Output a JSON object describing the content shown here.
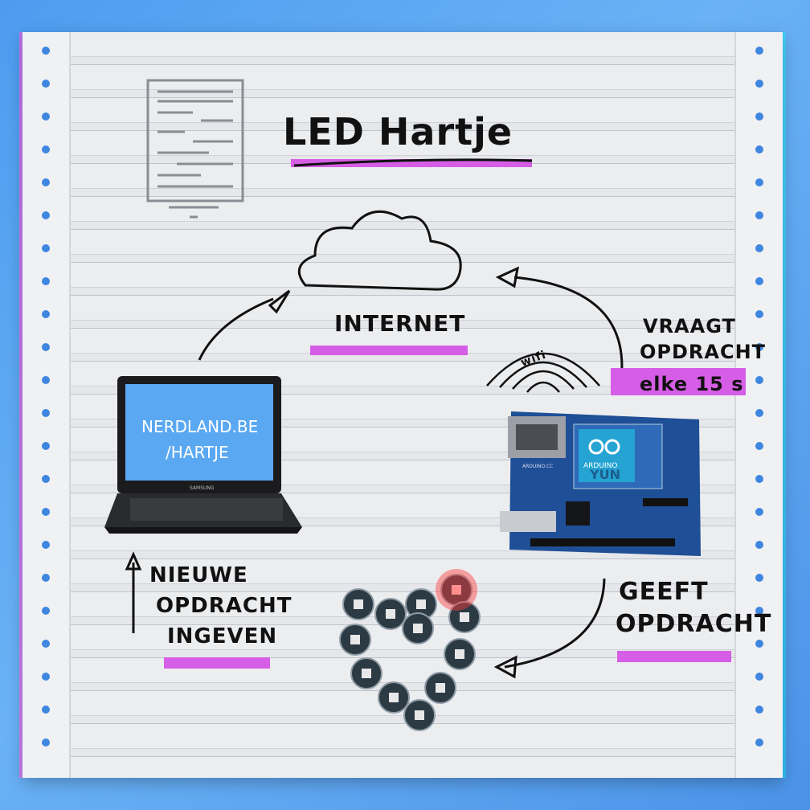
{
  "title": "LED Hartje",
  "cloud_label": "INTERNET",
  "laptop": {
    "screen_line1": "NERDLAND.BE",
    "screen_line2": "/HARTJE",
    "brand": "SAMSUNG"
  },
  "board": {
    "logo_text_1": "ARDUINO",
    "logo_text_2": "YUN",
    "small_label": "ARDUINO.CC"
  },
  "wifi_label": "wifi",
  "notes": {
    "request_line1": "VRAAGT",
    "request_line2": "OPDRACHT",
    "request_line3": "elke 15 s",
    "give_line1": "GEEFT",
    "give_line2": "OPDRACHT",
    "input_line1": "NIEUWE",
    "input_line2": "OPDRACHT",
    "input_line3": "INGEVEN"
  },
  "colors": {
    "background": "#5aa6f0",
    "highlight": "#d65ee6",
    "screen": "#5aa8f2",
    "board": "#1f4f96"
  }
}
